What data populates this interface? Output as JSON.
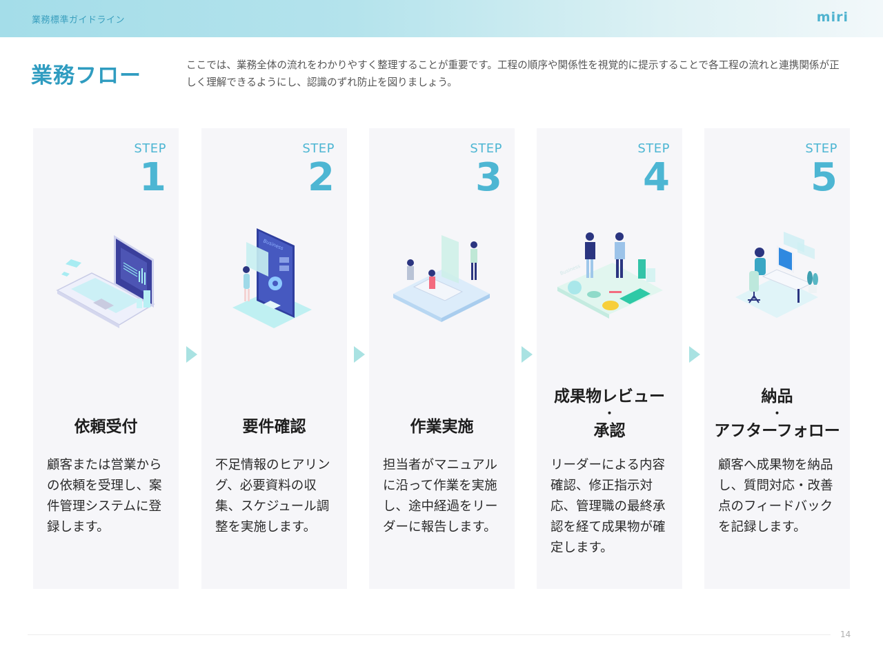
{
  "header": {
    "doc_title": "業務標準ガイドライン",
    "logo": "miri",
    "colors": {
      "gradient_start": "#a4dde9",
      "gradient_end": "#f2f8fa",
      "accent": "#4db6d3"
    }
  },
  "page": {
    "title": "業務フロー",
    "intro": "ここでは、業務全体の流れをわかりやすく整理することが重要です。工程の順序や関係性を視覚的に提示することで各工程の流れと連携関係が正しく理解できるようにし、認識のずれ防止を図りましょう。"
  },
  "steps": [
    {
      "label": "STEP",
      "number": "1",
      "title_line1": "依頼受付",
      "title_dot": "",
      "title_line2": "",
      "description": "顧客または営業からの依頼を受理し、案件管理システムに登録します。",
      "illustration": "laptop-dashboard-icon"
    },
    {
      "label": "STEP",
      "number": "2",
      "title_line1": "要件確認",
      "title_dot": "",
      "title_line2": "",
      "description": "不足情報のヒアリング、必要資料の収集、スケジュール調整を実施します。",
      "illustration": "woman-business-tablet-icon",
      "illustration_text": "Business"
    },
    {
      "label": "STEP",
      "number": "3",
      "title_line1": "作業実施",
      "title_dot": "",
      "title_line2": "",
      "description": "担当者がマニュアルに沿って作業を実施し、途中経過をリーダーに報告します。",
      "illustration": "office-team-working-icon"
    },
    {
      "label": "STEP",
      "number": "4",
      "title_line1": "成果物レビュー",
      "title_dot": "・",
      "title_line2": "承認",
      "description": "リーダーによる内容確認、修正指示対応、管理職の最終承認を経て成果物が確定します。",
      "illustration": "handshake-business-icon",
      "illustration_text": "Business"
    },
    {
      "label": "STEP",
      "number": "5",
      "title_line1": "納品",
      "title_dot": "・",
      "title_line2": "アフターフォロー",
      "description": "顧客へ成果物を納品し、質問対応・改善点のフィードバックを記録します。",
      "illustration": "woman-at-desk-computer-icon"
    }
  ],
  "footer": {
    "page_number": "14"
  }
}
